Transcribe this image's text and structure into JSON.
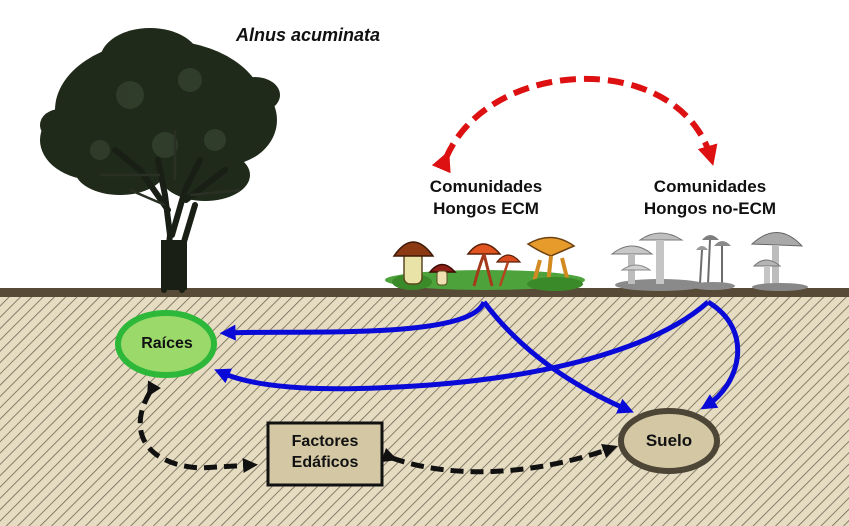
{
  "species": "Alnus acuminata",
  "communities": {
    "ecm": [
      "Comunidades",
      "Hongos ECM"
    ],
    "non_ecm": [
      "Comunidades",
      "Hongos no-ECM"
    ]
  },
  "nodes": {
    "roots": "Raíces",
    "edaphic_factors": [
      "Factores",
      "Edáficos"
    ],
    "soil": "Suelo"
  },
  "colors": {
    "feedback_arrow": "#dd1111",
    "fungal_effect_arrow": "#0a0ad8",
    "soil_interaction_arrow": "#111111",
    "roots_border": "#2db83a",
    "roots_fill": "#9ad96a",
    "soil_fill": "#d4c8a4",
    "soil_border": "#4d4535",
    "ground_line": "#574a36",
    "tree": "#1f2a1b"
  }
}
